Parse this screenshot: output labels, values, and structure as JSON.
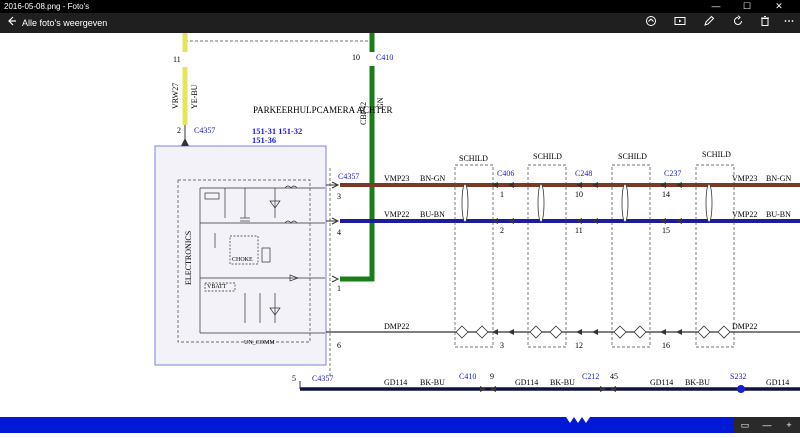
{
  "window": {
    "title": "2016-05-08.png - Foto's",
    "controls": [
      "—",
      "☐",
      "✕"
    ]
  },
  "toolbar": {
    "back_label": "Alle foto's weergeven",
    "buttons": [
      "share-icon",
      "slideshow-icon",
      "edit-icon",
      "rotate-icon",
      "delete-icon",
      "more-icon"
    ]
  },
  "diagram": {
    "top_left_pin": "11",
    "top_left_wire": "VRW27",
    "top_left_color": "YE-BU",
    "top_right_pin": "10",
    "top_right_connector": "C410",
    "top_right_wire": "CBP42",
    "top_right_color": "GN",
    "module_title": "PARKEERHULPCAMERA ACHTER",
    "module_pin_top": "2",
    "module_conn_top": "C4357",
    "ref_line1": "151-31  151-32",
    "ref_line2": "151-36",
    "electronics": "ELECTRONICS",
    "choke": "CHOKE",
    "vbatt": "VBATT",
    "un_comm": "UN_COMM",
    "shield": "SCHILD",
    "conn_c4357": "C4357",
    "pin3": "3",
    "pin4": "4",
    "pin1": "1",
    "pin6": "6",
    "pin5": "5",
    "conn_bottom": "C4357",
    "vmp23": "VMP23",
    "bn_gn": "BN-GN",
    "vmp22": "VMP22",
    "bu_bn": "BU-BN",
    "dmp22": "DMP22",
    "gd114": "GD114",
    "bk_bu": "BK-BU",
    "c406": "C406",
    "c248": "C248",
    "c237": "C237",
    "c410": "C410",
    "c212": "C212",
    "s232": "S232",
    "n1": "1",
    "n2": "2",
    "n3": "3",
    "n9": "9",
    "n10": "10",
    "n11": "11",
    "n12": "12",
    "n14": "14",
    "n15": "15",
    "n16": "16",
    "n45": "45",
    "colors": {
      "brown": "#7a3b26",
      "blue": "#1c1c9c",
      "green": "#1a7d1a",
      "yellow": "#e6e65a",
      "black": "#111111",
      "module_border": "#8080e0",
      "module_fill": "#f2f2f8"
    }
  },
  "zoom": [
    "▭",
    "—",
    "+"
  ]
}
